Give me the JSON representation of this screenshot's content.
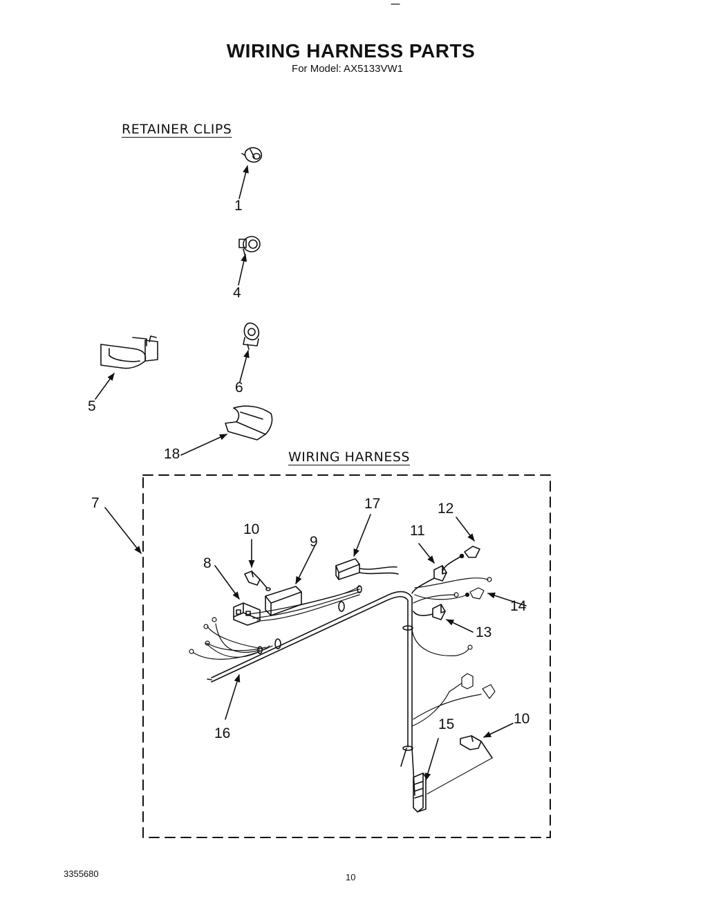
{
  "header": {
    "title": "WIRING HARNESS PARTS",
    "subtitle": "For Model: AX5133VW1"
  },
  "sections": {
    "retainer_clips": "RETAINER CLIPS",
    "wiring_harness": "WIRING HARNESS"
  },
  "callouts": {
    "c1": "1",
    "c4": "4",
    "c5": "5",
    "c6": "6",
    "c7": "7",
    "c8": "8",
    "c9": "9",
    "c10a": "10",
    "c10b": "10",
    "c11": "11",
    "c12": "12",
    "c13": "13",
    "c14": "14",
    "c15": "15",
    "c16": "16",
    "c17": "17",
    "c18": "18"
  },
  "footer": {
    "doc_number": "3355680",
    "page_number": "10"
  },
  "colors": {
    "ink": "#111111",
    "background": "#ffffff"
  }
}
